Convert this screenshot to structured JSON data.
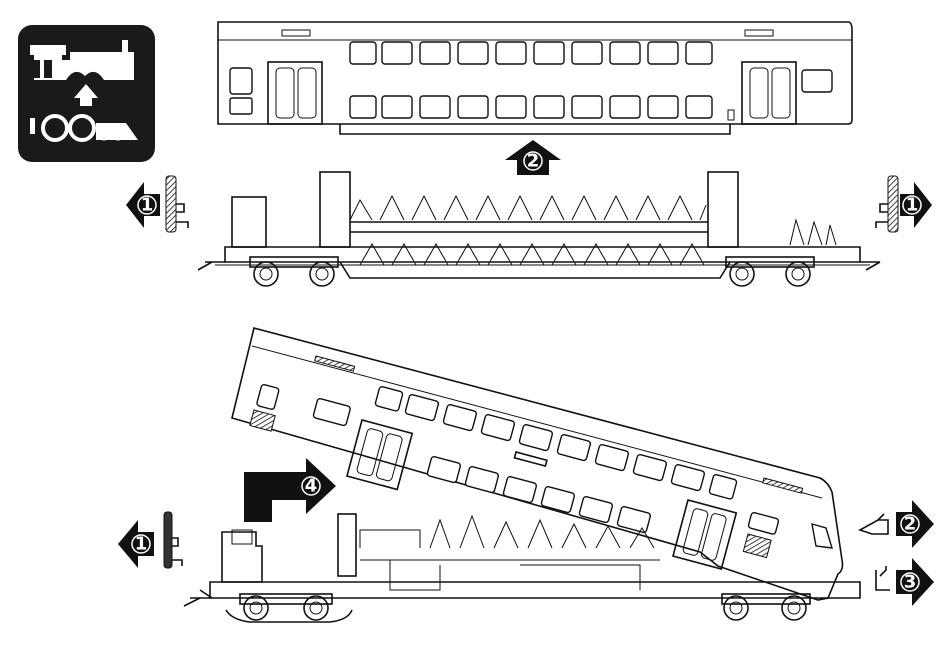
{
  "step_markers": {
    "top_left_step": "1",
    "top_lift_step": "2",
    "top_right_step": "1",
    "bottom_left_step": "1",
    "bottom_tilt_step": "4",
    "bottom_right_step_a": "2",
    "bottom_right_step_b": "3"
  },
  "colors": {
    "ink": "#111111",
    "paper": "#ffffff",
    "panel": "#1a1a1a"
  },
  "icons": {
    "corner_badge": "locomotive-maintenance-icon",
    "arrow": "numbered-direction-arrow"
  }
}
